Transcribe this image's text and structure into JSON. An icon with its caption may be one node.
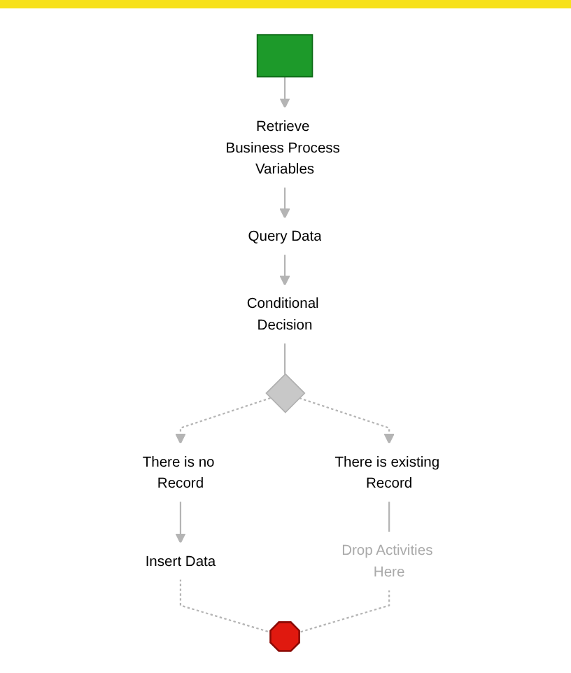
{
  "diagram": {
    "nodes": [
      {
        "text": [],
        "shape": "box"
      },
      {
        "text": [
          "Retrieve Business Process Variables"
        ]
      },
      {
        "text": [
          "Query Data"
        ]
      },
      {
        "text": [
          "Conditional Decision"
        ]
      },
      {
        "text": [],
        "shape": "diamond"
      },
      {
        "text": [
          "There is no Record"
        ]
      },
      {
        "text": [
          "There is existing Record"
        ]
      },
      {
        "text": [
          "Insert Data"
        ]
      },
      {
        "text": [
          "Drop Activities Here"
        ]
      },
      {
        "text": [],
        "shape": "octagon"
      }
    ],
    "edges": [
      {
        "from": 0,
        "to": 1,
        "arrow": "to"
      },
      {
        "from": 1,
        "to": 2,
        "arrow": "to"
      },
      {
        "from": 2,
        "to": 3,
        "arrow": "to"
      },
      {
        "from": 3,
        "to": 4,
        "arrow": "none"
      },
      {
        "from": 4,
        "to": 5,
        "arrow": "to",
        "style": "dashed"
      },
      {
        "from": 4,
        "to": 6,
        "arrow": "to",
        "style": "dashed"
      },
      {
        "from": 5,
        "to": 7,
        "arrow": "to"
      },
      {
        "from": 6,
        "to": 8,
        "arrow": "none"
      },
      {
        "from": 7,
        "to": 9,
        "arrow": "none",
        "style": "dashed"
      },
      {
        "from": 8,
        "to": 9,
        "arrow": "none",
        "style": "dashed"
      }
    ]
  }
}
